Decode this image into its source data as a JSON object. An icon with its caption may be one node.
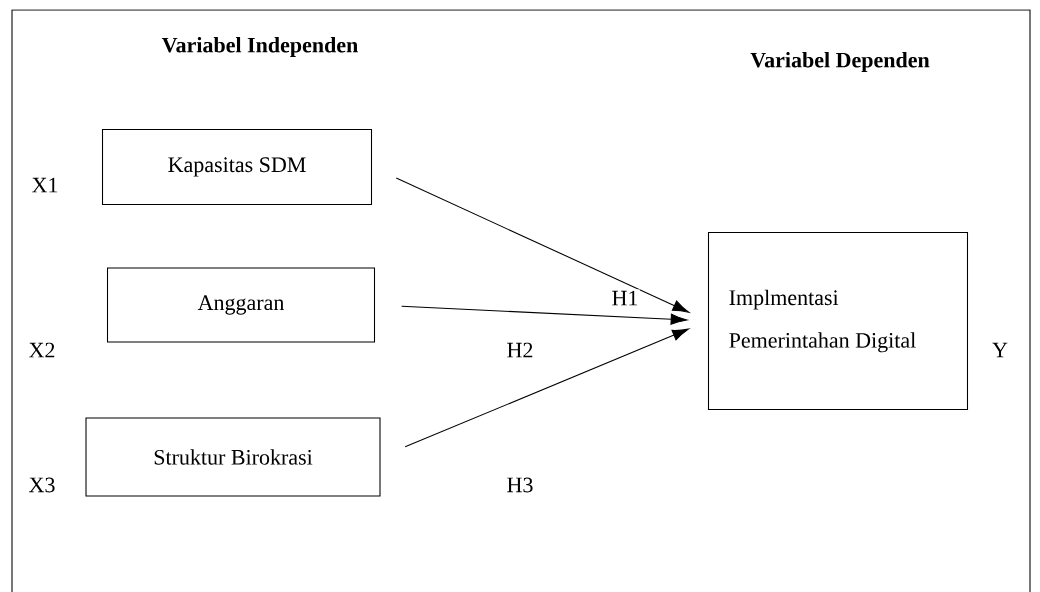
{
  "diagram": {
    "nodes": [
      {
        "text": [
          "Kapasitas SDM"
        ],
        "beside": [
          "X1"
        ]
      },
      {
        "text": [
          "Anggaran"
        ],
        "beside": [
          "X2"
        ]
      },
      {
        "text": [
          "Struktur Birokrasi"
        ],
        "beside": [
          "X3"
        ]
      },
      {
        "text": [
          "Implmentasi",
          "Pemerintahan Digital"
        ],
        "beside": [
          "Y"
        ]
      }
    ],
    "edges": [
      {
        "from": 0,
        "to": 3,
        "arrow": "to",
        "label": "H1"
      },
      {
        "from": 1,
        "to": 3,
        "arrow": "to",
        "label": "H2"
      },
      {
        "from": 2,
        "to": 3,
        "arrow": "to",
        "label": "H3"
      }
    ],
    "labels": [
      "Variabel Independen",
      "Variabel Dependen"
    ]
  }
}
